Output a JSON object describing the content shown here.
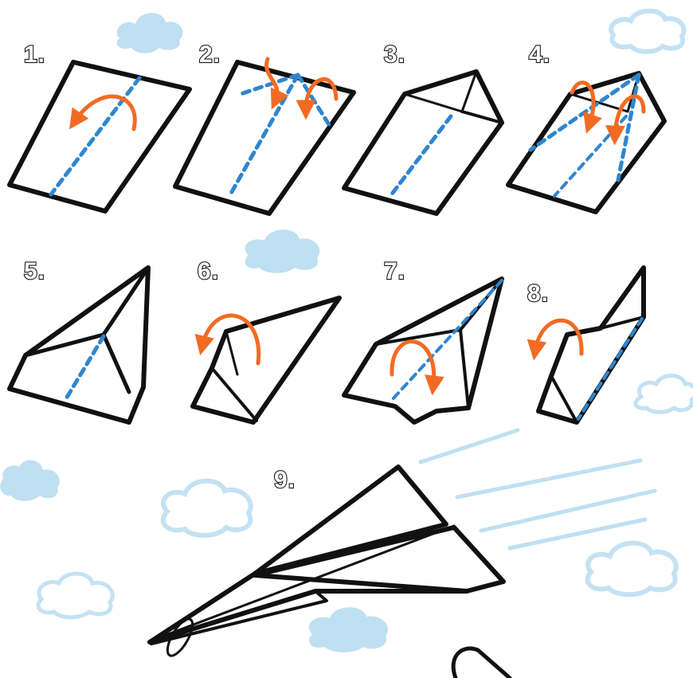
{
  "steps": [
    {
      "number": "1."
    },
    {
      "number": "2."
    },
    {
      "number": "3."
    },
    {
      "number": "4."
    },
    {
      "number": "5."
    },
    {
      "number": "6."
    },
    {
      "number": "7."
    },
    {
      "number": "8."
    },
    {
      "number": "9."
    }
  ],
  "colors": {
    "outline": "#111111",
    "fold_line": "#2f86cf",
    "arrow": "#f26b24",
    "cloud_fill": "#bfe0f2",
    "cloud_outline": "#c4e2f3",
    "speed_lines": "#bfe0f2",
    "background": "#ffffff"
  },
  "icons": {
    "fold_arrow": "curved-arrow-icon",
    "fold_line": "dashed-crease-icon",
    "cloud": "cloud-icon"
  }
}
